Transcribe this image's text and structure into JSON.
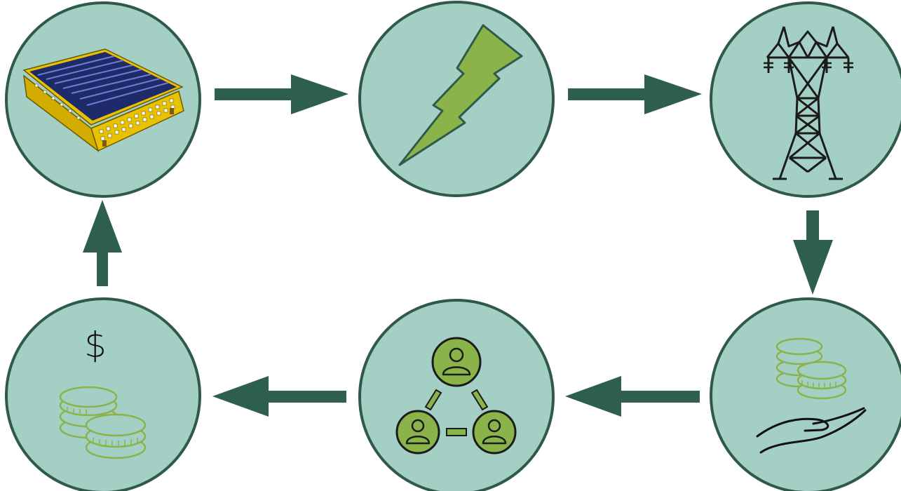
{
  "nodes": [
    {
      "id": "solar-building",
      "icon": "solar-roof-building-icon"
    },
    {
      "id": "electricity",
      "icon": "lightning-bolt-icon"
    },
    {
      "id": "power-grid",
      "icon": "transmission-tower-icon"
    },
    {
      "id": "income",
      "icon": "coins-in-hand-icon"
    },
    {
      "id": "community",
      "icon": "people-network-icon"
    },
    {
      "id": "savings",
      "icon": "dollar-coins-icon"
    }
  ],
  "flow": [
    "solar-building",
    "electricity",
    "power-grid",
    "income",
    "community",
    "savings",
    "solar-building"
  ],
  "glyphs": {
    "dollar": "$"
  },
  "colors": {
    "circle_fill": "#a3cfc5",
    "circle_stroke": "#2f5a4a",
    "arrow": "#2e5e4e",
    "accent_green": "#8ab44a",
    "coin_outline": "#8ab44a",
    "building_yellow": "#e8c200",
    "panel_blue": "#1f2a6b",
    "line_black": "#222222"
  }
}
